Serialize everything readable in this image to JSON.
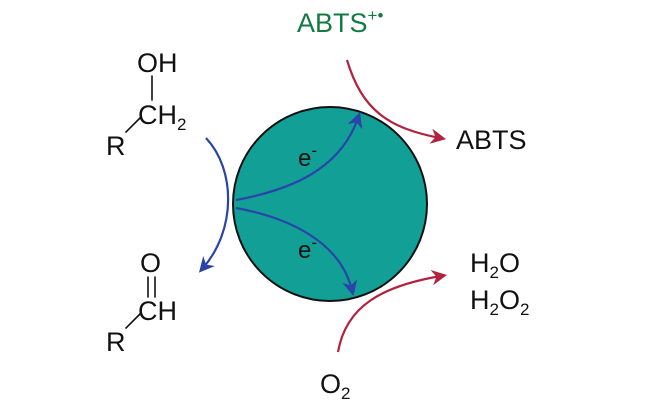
{
  "colors": {
    "sphere_fill": "#12a096",
    "sphere_stroke": "#111111",
    "abts_radical_text": "#147a43",
    "electron_arrow": "#2a44a8",
    "oxidant_arrow": "#b1233f",
    "text": "#111111"
  },
  "electron_labels": {
    "top": "e",
    "top_charge": "-",
    "bottom": "e",
    "bottom_charge": "-"
  },
  "top_species": {
    "abts_radical": "ABTS",
    "abts_radical_charge": "+",
    "abts_radical_dot": "•",
    "abts": "ABTS"
  },
  "alcohol": {
    "oh": "OH",
    "ch": "CH",
    "ch_sub": "2",
    "r": "R"
  },
  "aldehyde": {
    "o": "O",
    "ch": "CH",
    "r": "R"
  },
  "products": {
    "water_h": "H",
    "water_sub": "2",
    "water_o": "O",
    "peroxide_h": "H",
    "peroxide_sub1": "2",
    "peroxide_o": "O",
    "peroxide_sub2": "2"
  },
  "oxygen": {
    "o": "O",
    "sub": "2"
  }
}
